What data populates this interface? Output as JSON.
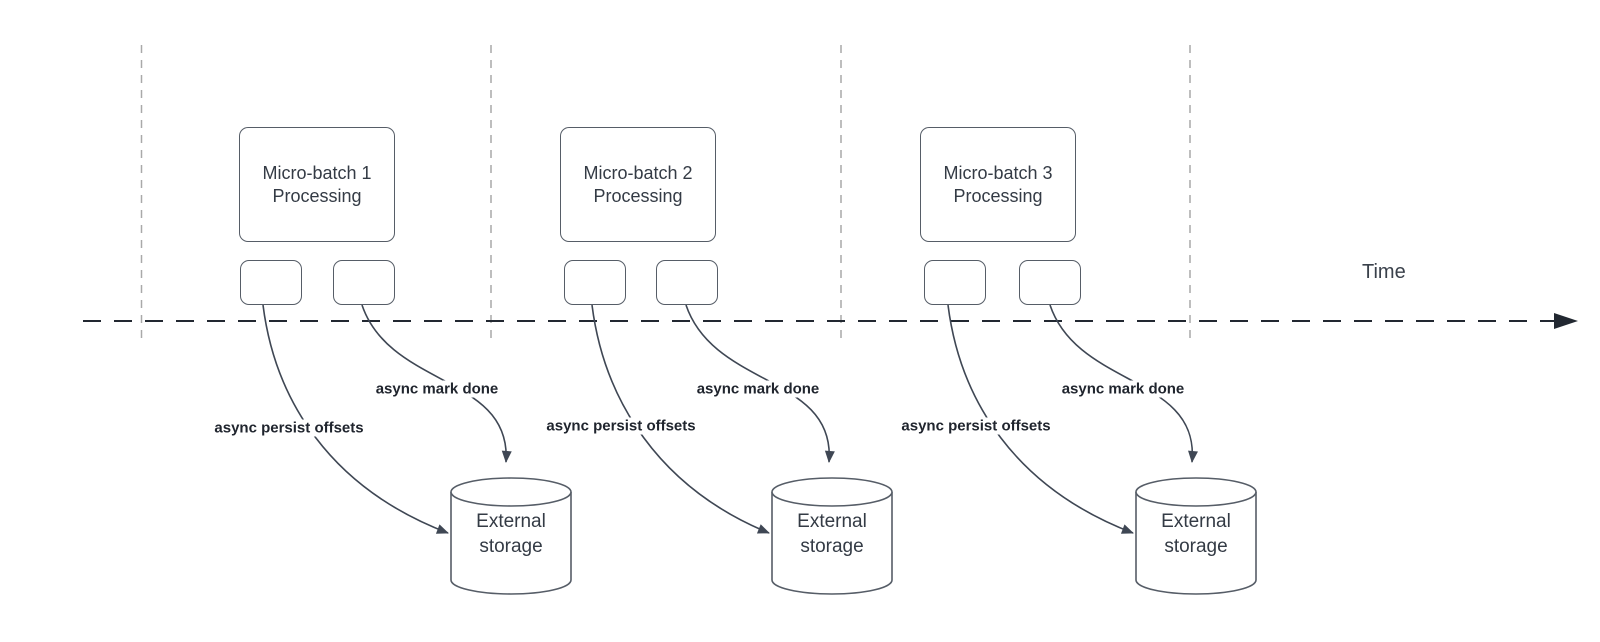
{
  "colors": {
    "shape_stroke": "#565d67",
    "arrow_stroke": "#3f4754",
    "guide_dash": "#a9a9a9",
    "timeline": "#222831",
    "box_text": "#343b45",
    "label_text": "#20252e"
  },
  "timeline": {
    "label": "Time"
  },
  "groups": [
    {
      "title": "Micro-batch 1 Processing",
      "persist_label": "async persist offsets",
      "mark_done_label": "async mark done",
      "storage_label": "External storage"
    },
    {
      "title": "Micro-batch 2 Processing",
      "persist_label": "async persist offsets",
      "mark_done_label": "async mark done",
      "storage_label": "External storage"
    },
    {
      "title": "Micro-batch 3 Processing",
      "persist_label": "async persist offsets",
      "mark_done_label": "async mark done",
      "storage_label": "External storage"
    }
  ]
}
